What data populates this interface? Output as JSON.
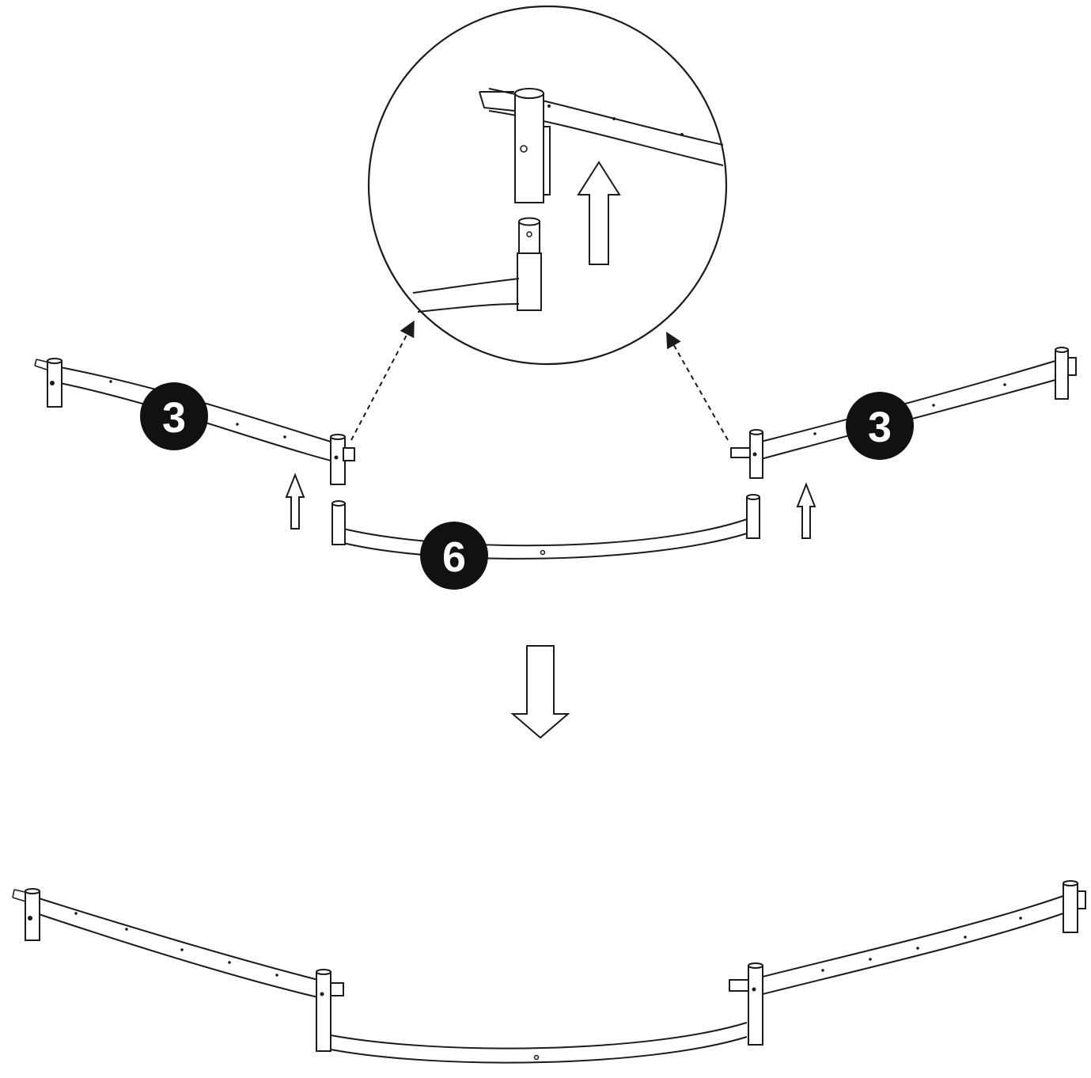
{
  "labels": {
    "left_top_part": "3",
    "right_top_part": "3",
    "middle_part": "6"
  },
  "colors": {
    "line": "#1b1b1b",
    "badge_fill": "#111111",
    "badge_text": "#ffffff",
    "background": "#ffffff"
  },
  "icons": [
    "up-arrow-icon",
    "down-arrow-icon",
    "dashed-arrow-icon",
    "detail-magnifier-circle"
  ]
}
